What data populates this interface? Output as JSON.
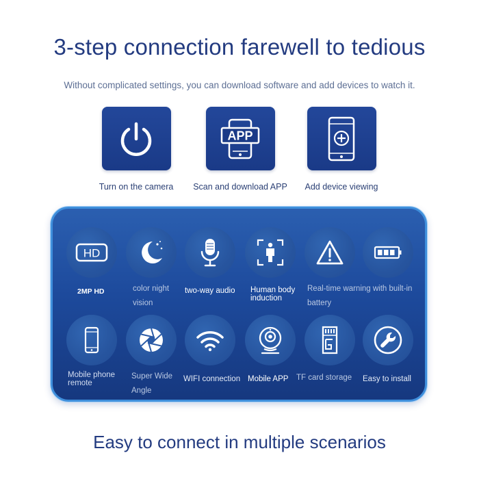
{
  "header": {
    "title": "3-step connection farewell to tedious",
    "subtitle": "Without complicated settings, you can download software and add devices to watch it."
  },
  "steps": [
    {
      "label": "Turn on the camera",
      "icon": "power-icon"
    },
    {
      "label": "Scan and download APP",
      "icon": "app-phone-icon",
      "icon_text": "APP"
    },
    {
      "label": "Add device viewing",
      "icon": "phone-add-icon"
    }
  ],
  "features": [
    {
      "label": "2MP HD",
      "icon": "hd-icon",
      "icon_text": "HD"
    },
    {
      "label": "color night vision",
      "icon": "moon-icon"
    },
    {
      "label": "two-way audio",
      "icon": "microphone-icon"
    },
    {
      "label": "Human body induction",
      "icon": "human-detect-icon"
    },
    {
      "label": "Real-time warning with built-in battery",
      "icon": "warning-icon"
    },
    {
      "label": "",
      "icon": "battery-icon"
    },
    {
      "label": "Mobile phone remote",
      "icon": "phone-icon"
    },
    {
      "label": "Super Wide Angle",
      "icon": "aperture-icon"
    },
    {
      "label": "WIFI connection",
      "icon": "wifi-icon"
    },
    {
      "label": "Mobile APP",
      "icon": "camera-app-icon"
    },
    {
      "label": "TF card storage",
      "icon": "sd-card-icon"
    },
    {
      "label": "Easy to install",
      "icon": "wrench-icon"
    }
  ],
  "footer": {
    "text": "Easy to connect in multiple scenarios"
  },
  "colors": {
    "primary": "#233b80",
    "panel": "#1d4a9c",
    "panel_border": "#3f8fdc"
  }
}
